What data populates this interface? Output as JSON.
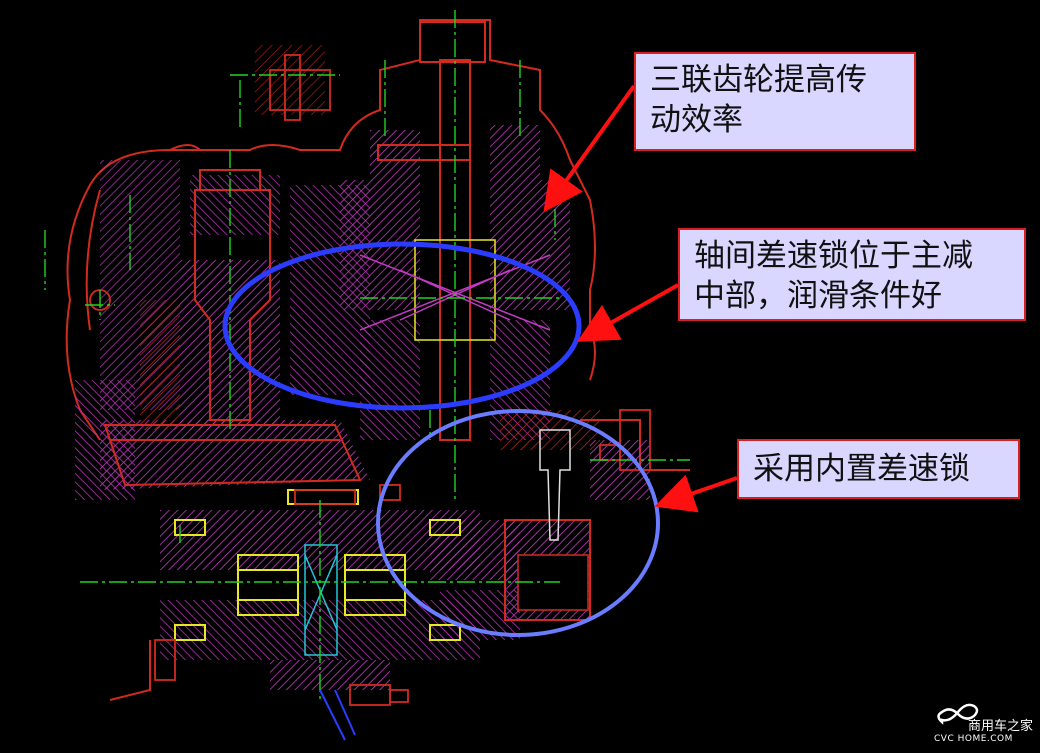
{
  "callouts": {
    "c1": {
      "lines": [
        "三联齿轮提高传",
        "动效率"
      ]
    },
    "c2": {
      "lines": [
        "轴间差速锁位于主减",
        "中部，润滑条件好"
      ]
    },
    "c3": {
      "lines": [
        "采用内置差速锁"
      ]
    }
  },
  "logo": {
    "brand": "商用车之家",
    "sub": "CVC HOME.COM"
  },
  "colors": {
    "background": "#000000",
    "hatch_magenta": "#c23bc2",
    "outline_red": "#d22a1e",
    "centerline_green": "#21d321",
    "highlight_yellow": "#e8e820",
    "cyan": "#20c8d8",
    "ellipse_blue": "#2b3cff",
    "ellipse_light_blue": "#6a7cff",
    "callout_fill": "#d9d6ff",
    "callout_border": "#d82020",
    "arrow_red": "#ff1010"
  }
}
